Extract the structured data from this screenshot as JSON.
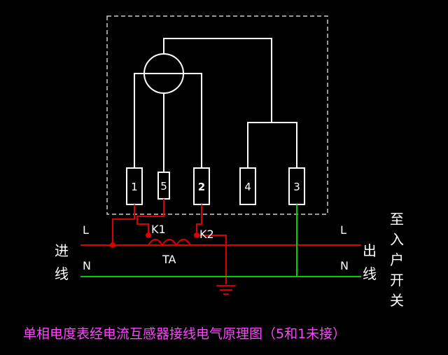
{
  "terminals": [
    "1",
    "5",
    "2",
    "4",
    "3"
  ],
  "labels": {
    "L_left": "L",
    "N_left": "N",
    "L_right": "L",
    "N_right": "N",
    "K1": "K1",
    "K2": "K2",
    "TA": "TA"
  },
  "side_text": {
    "left": [
      "进",
      "线"
    ],
    "right_out": [
      "出",
      "线"
    ],
    "right_to": [
      "至",
      "入",
      "户",
      "开",
      "关"
    ]
  },
  "caption": "单相电度表经电流互感器接线电气原理图（5和1未接）",
  "colors": {
    "background": "#000000",
    "meter_wiring": "#ffffff",
    "live_line": "#dd0000",
    "neutral_line": "#00cc00",
    "caption": "#ff44ff"
  }
}
